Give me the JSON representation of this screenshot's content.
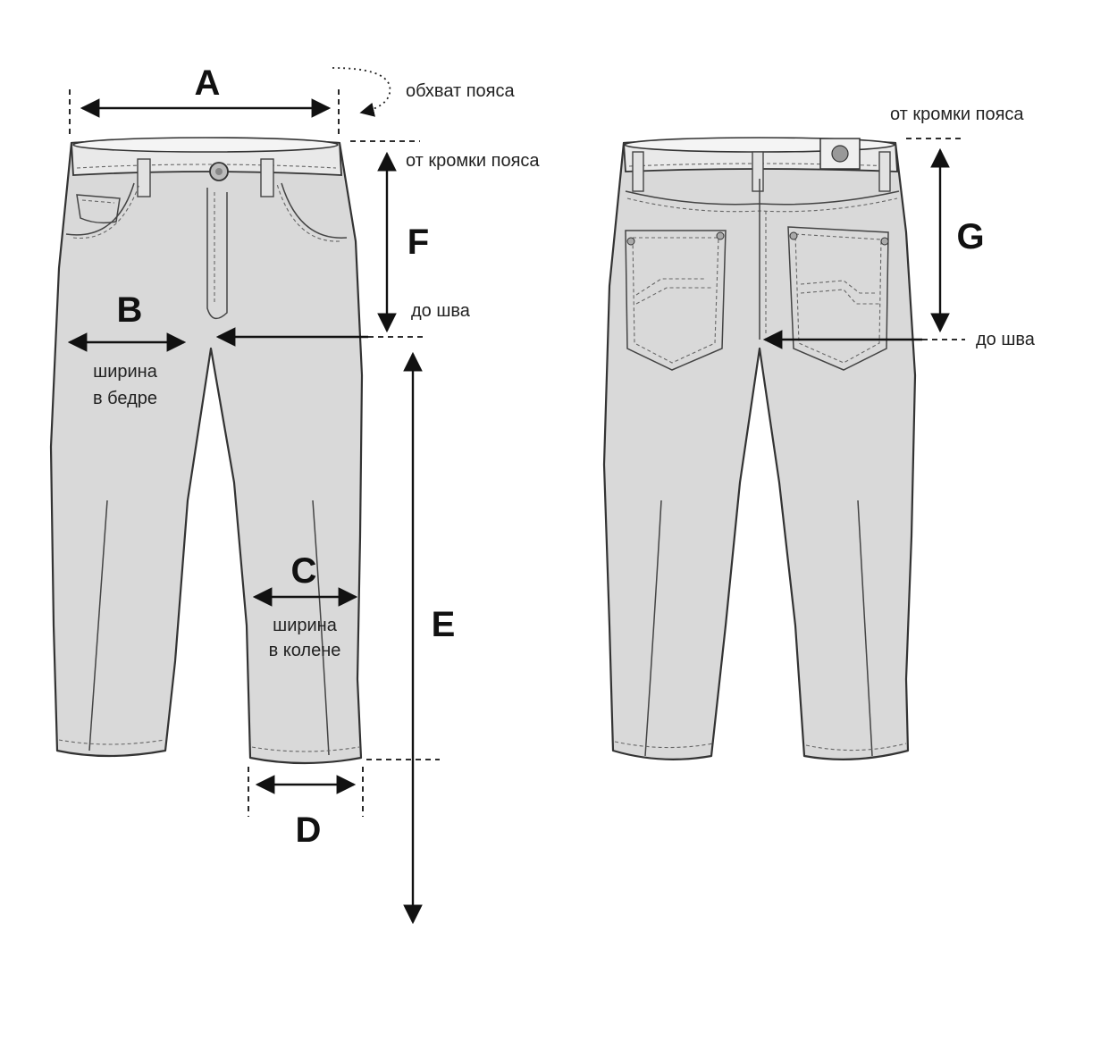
{
  "front": {
    "label_a": "A",
    "note_waist_girth": "обхват пояса",
    "note_from_waist_edge": "от кромки пояса",
    "label_f": "F",
    "note_to_seam": "до шва",
    "label_b": "B",
    "note_hip_width_line1": "ширина",
    "note_hip_width_line2": "в бедре",
    "label_c": "C",
    "note_knee_width_line1": "ширина",
    "note_knee_width_line2": "в колене",
    "label_e": "E",
    "label_d": "D"
  },
  "back": {
    "note_from_waist_edge": "от кромки пояса",
    "label_g": "G",
    "note_to_seam": "до шва"
  },
  "colors": {
    "garment_fill": "#d9d9d9",
    "outline": "#333333",
    "annotation": "#111111",
    "background": "#ffffff"
  }
}
